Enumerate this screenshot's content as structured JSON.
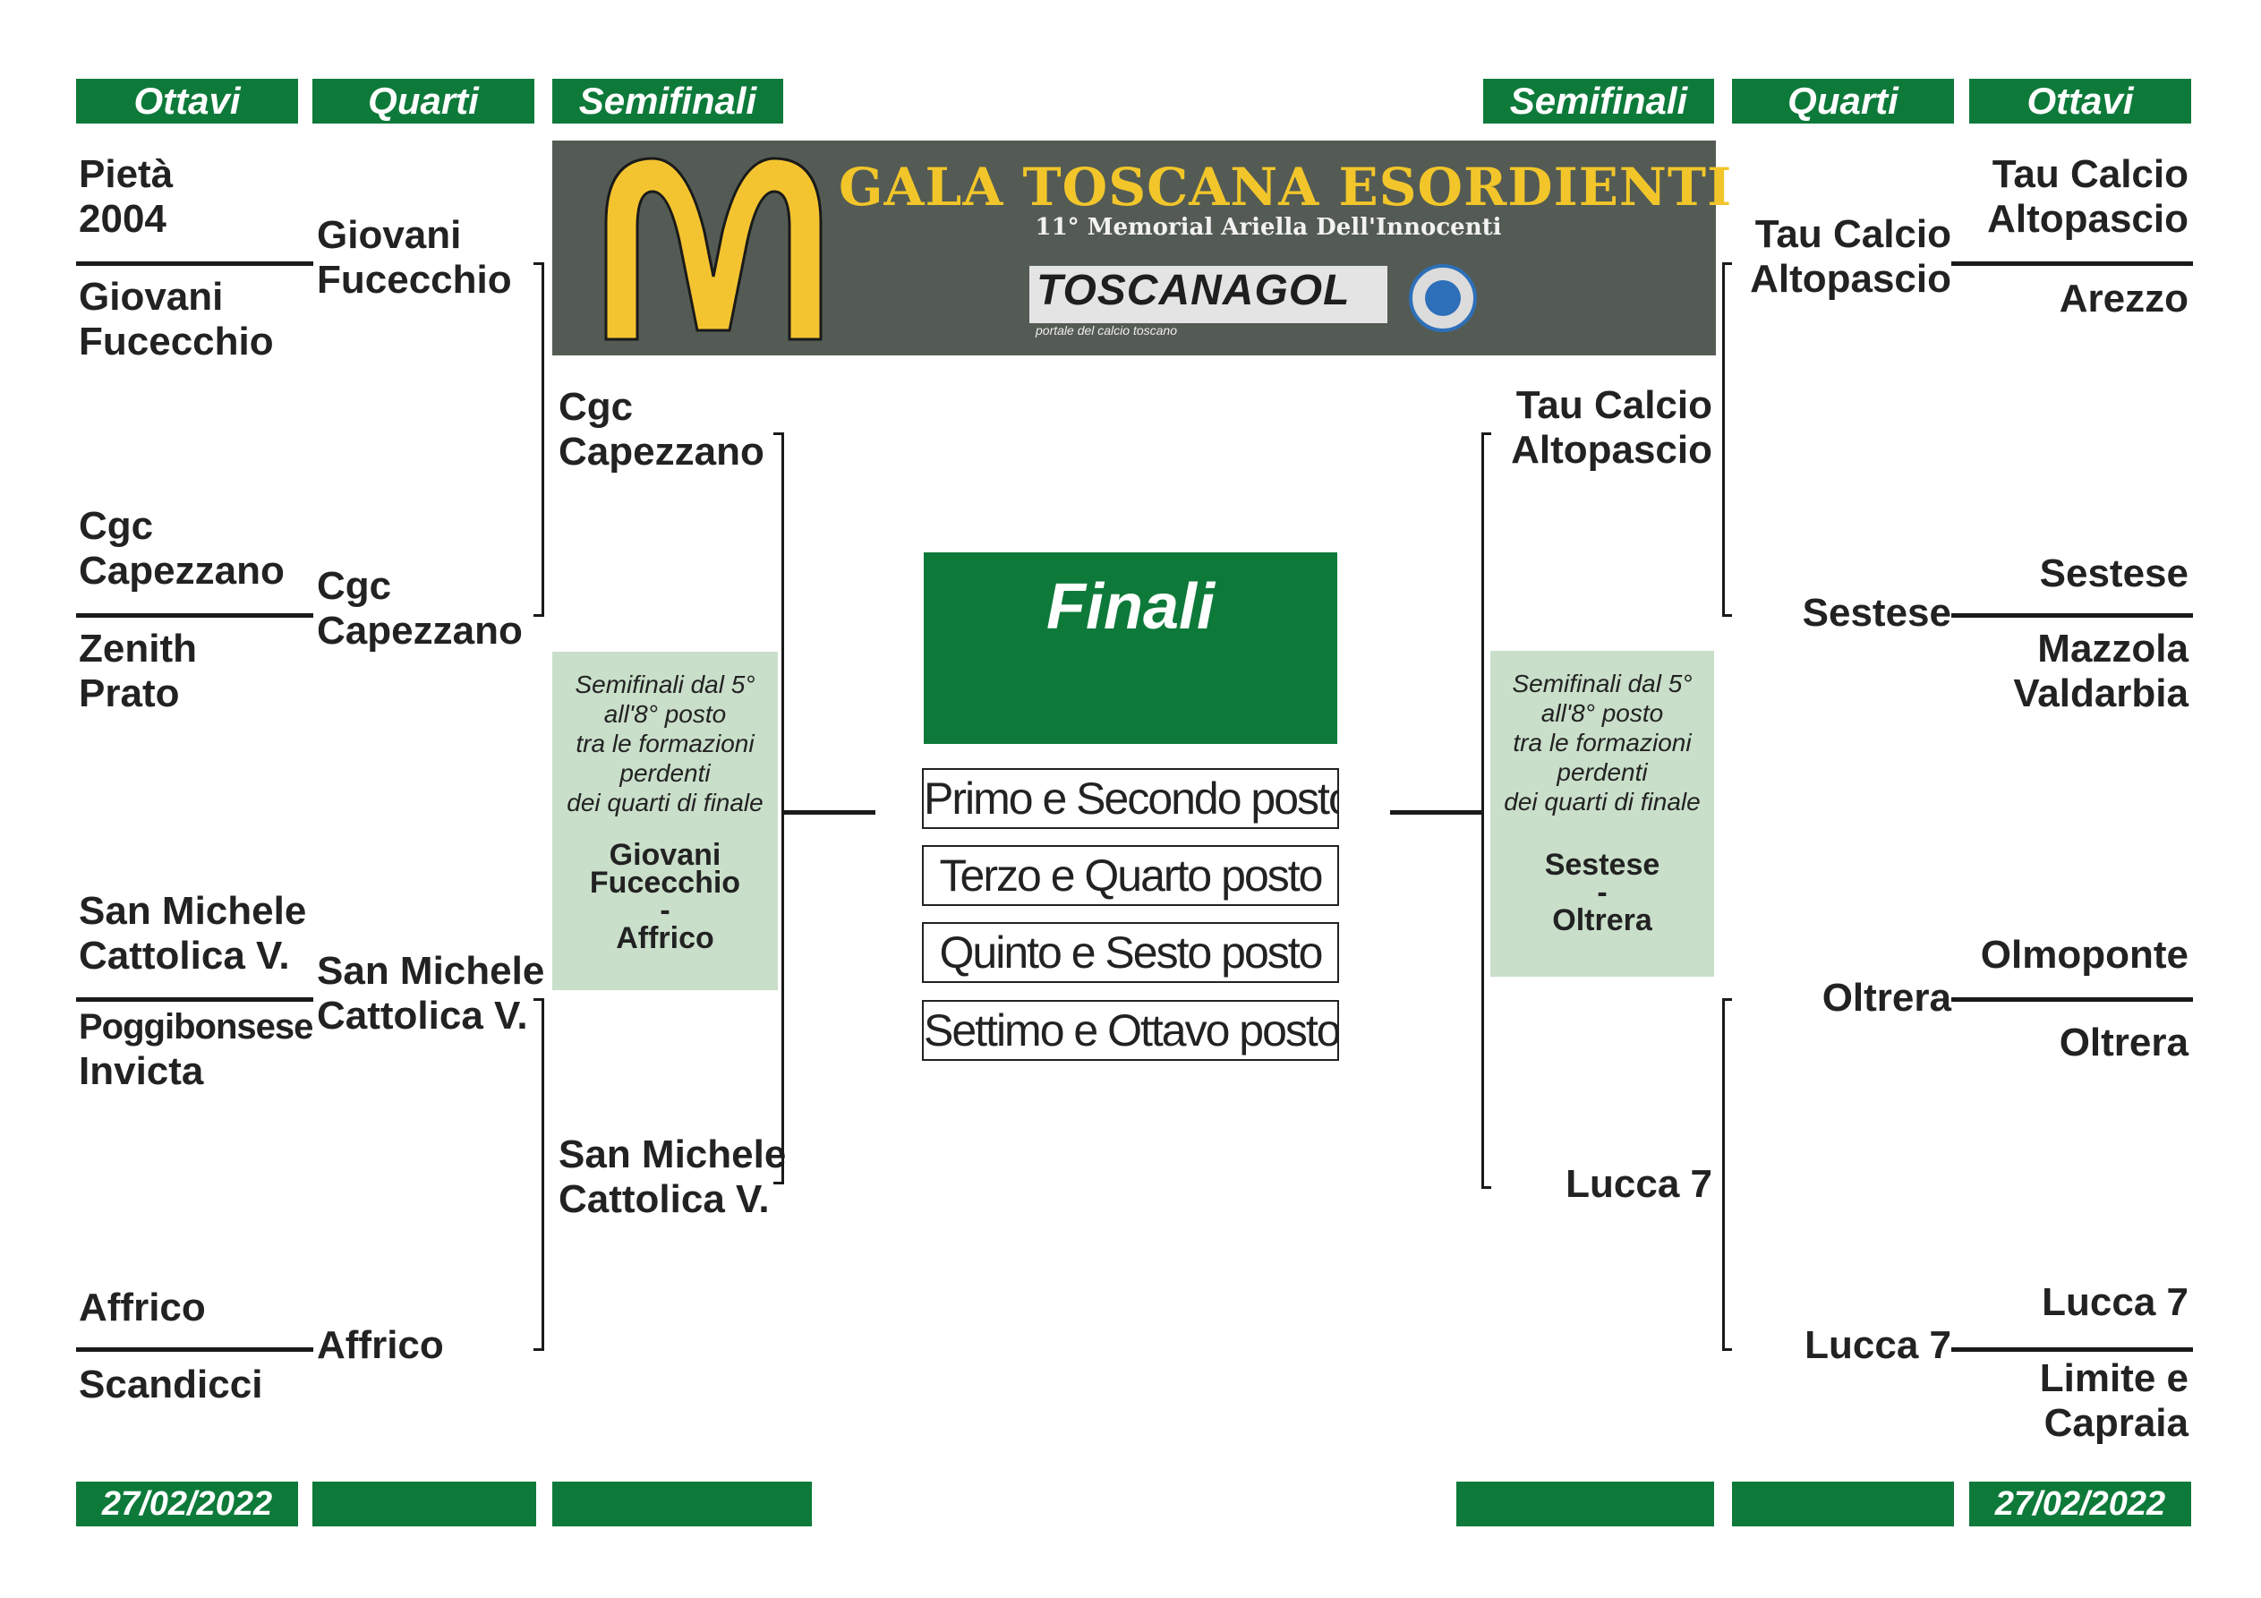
{
  "headers": {
    "left": [
      "Ottavi",
      "Quarti",
      "Semifinali"
    ],
    "right": [
      "Semifinali",
      "Quarti",
      "Ottavi"
    ]
  },
  "banner": {
    "title": "GALA TOSCANA ESORDIENTI",
    "subtitle": "11° Memorial Ariella Dell'Innocenti",
    "logo_text": "TOSCANAGOL",
    "logo_tagline": "portale del calcio toscano",
    "brand_logo": "mcdonalds-arches-logo",
    "brand_color": "#f4c430"
  },
  "left": {
    "ottavi": [
      [
        "Pietà",
        "2004"
      ],
      [
        "Giovani",
        "Fucecchio"
      ],
      [
        "Cgc",
        "Capezzano"
      ],
      [
        "Zenith",
        "Prato"
      ],
      [
        "San Michele",
        "Cattolica V."
      ],
      [
        "Poggibonsese",
        "Invicta"
      ],
      [
        "Affrico"
      ],
      [
        "Scandicci"
      ]
    ],
    "quarti": [
      [
        "Giovani",
        "Fucecchio"
      ],
      [
        "Cgc",
        "Capezzano"
      ],
      [
        "San Michele",
        "Cattolica V."
      ],
      [
        "Affrico"
      ]
    ],
    "semifinali": [
      [
        "Cgc",
        "Capezzano"
      ],
      [
        "San Michele",
        "Cattolica V."
      ]
    ]
  },
  "right": {
    "ottavi": [
      [
        "Tau Calcio",
        "Altopascio"
      ],
      [
        "Arezzo"
      ],
      [
        "Sestese"
      ],
      [
        "Mazzola",
        "Valdarbia"
      ],
      [
        "Olmoponte"
      ],
      [
        "Oltrera"
      ],
      [
        "Lucca 7"
      ],
      [
        "Limite e",
        "Capraia"
      ]
    ],
    "quarti": [
      [
        "Tau Calcio",
        "Altopascio"
      ],
      [
        "Sestese"
      ],
      [
        "Oltrera"
      ],
      [
        "Lucca 7"
      ]
    ],
    "semifinali": [
      [
        "Tau Calcio",
        "Altopascio"
      ],
      [
        "Lucca 7"
      ]
    ]
  },
  "semi_box": {
    "desc_lines": [
      "Semifinali dal 5°",
      "all'8° posto",
      "tra le formazioni",
      "perdenti",
      "dei quarti di finale"
    ],
    "left_match": [
      "Giovani",
      "Fucecchio",
      "-",
      "Affrico"
    ],
    "right_match": [
      "Sestese",
      "-",
      "Oltrera"
    ]
  },
  "finali": {
    "title": "Finali",
    "places": [
      "Primo e Secondo posto",
      "Terzo e Quarto posto",
      "Quinto e Sesto posto",
      "Settimo e Ottavo posto"
    ]
  },
  "footer": {
    "left_date": "27/02/2022",
    "right_date": "27/02/2022"
  },
  "colors": {
    "green": "#0e7a3a",
    "light_green": "#c9dfca",
    "banner_bg": "#545b54",
    "gold": "#f2c62a"
  }
}
